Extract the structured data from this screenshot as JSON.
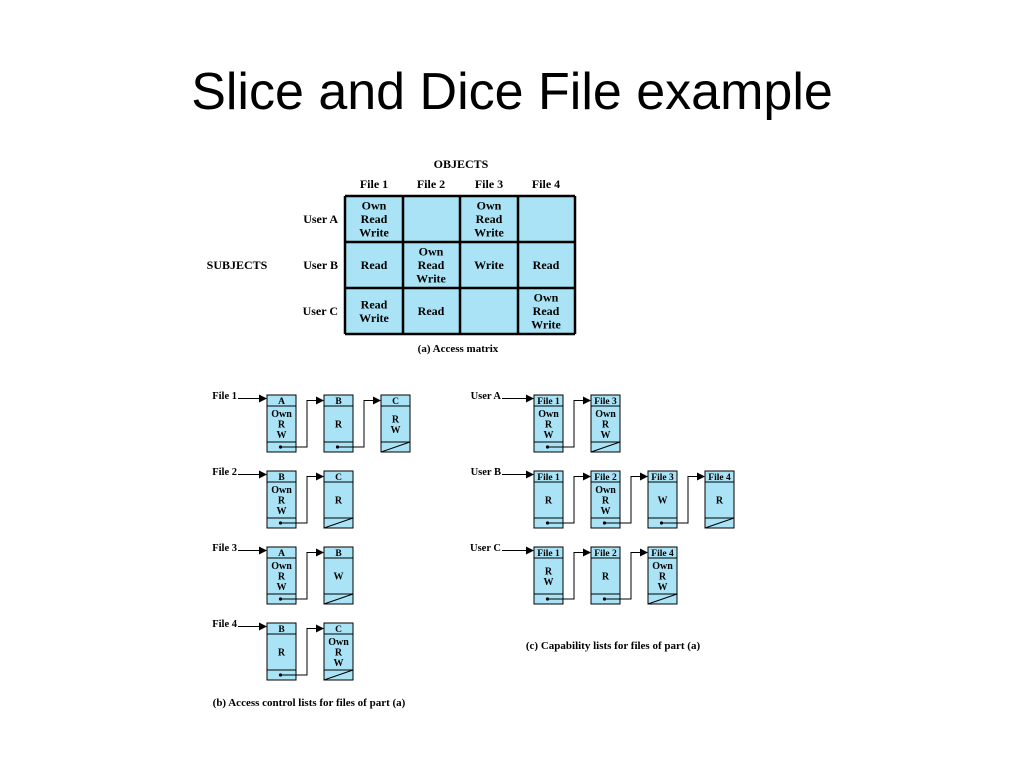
{
  "slide": {
    "title": "Slice and Dice File example"
  },
  "colors": {
    "cell_fill": "#a9e3f5",
    "border": "#000000"
  },
  "matrix": {
    "objects_label": "OBJECTS",
    "subjects_label": "SUBJECTS",
    "columns": [
      "File 1",
      "File 2",
      "File 3",
      "File 4"
    ],
    "rows": [
      "User A",
      "User B",
      "User C"
    ],
    "cells": [
      [
        [
          "Own",
          "Read",
          "Write"
        ],
        [],
        [
          "Own",
          "Read",
          "Write"
        ],
        []
      ],
      [
        [
          "Read"
        ],
        [
          "Own",
          "Read",
          "Write"
        ],
        [
          "Write"
        ],
        [
          "Read"
        ]
      ],
      [
        [
          "Read",
          "Write"
        ],
        [
          "Read"
        ],
        [],
        [
          "Own",
          "Read",
          "Write"
        ]
      ]
    ],
    "caption": "(a) Access matrix"
  },
  "acl": {
    "caption": "(b) Access control lists for files of part (a)",
    "lists": [
      {
        "label": "File 1",
        "nodes": [
          {
            "head": "A",
            "rights": [
              "Own",
              "R",
              "W"
            ]
          },
          {
            "head": "B",
            "rights": [
              "R"
            ]
          },
          {
            "head": "C",
            "rights": [
              "R",
              "W"
            ]
          }
        ]
      },
      {
        "label": "File 2",
        "nodes": [
          {
            "head": "B",
            "rights": [
              "Own",
              "R",
              "W"
            ]
          },
          {
            "head": "C",
            "rights": [
              "R"
            ]
          }
        ]
      },
      {
        "label": "File 3",
        "nodes": [
          {
            "head": "A",
            "rights": [
              "Own",
              "R",
              "W"
            ]
          },
          {
            "head": "B",
            "rights": [
              "W"
            ]
          }
        ]
      },
      {
        "label": "File 4",
        "nodes": [
          {
            "head": "B",
            "rights": [
              "R"
            ]
          },
          {
            "head": "C",
            "rights": [
              "Own",
              "R",
              "W"
            ]
          }
        ]
      }
    ]
  },
  "caps": {
    "caption": "(c) Capability lists for files of part (a)",
    "lists": [
      {
        "label": "User A",
        "nodes": [
          {
            "head": "File 1",
            "rights": [
              "Own",
              "R",
              "W"
            ]
          },
          {
            "head": "File 3",
            "rights": [
              "Own",
              "R",
              "W"
            ]
          }
        ]
      },
      {
        "label": "User B",
        "nodes": [
          {
            "head": "File 1",
            "rights": [
              "R"
            ]
          },
          {
            "head": "File 2",
            "rights": [
              "Own",
              "R",
              "W"
            ]
          },
          {
            "head": "File 3",
            "rights": [
              "W"
            ]
          },
          {
            "head": "File 4",
            "rights": [
              "R"
            ]
          }
        ]
      },
      {
        "label": "User C",
        "nodes": [
          {
            "head": "File 1",
            "rights": [
              "R",
              "W"
            ]
          },
          {
            "head": "File 2",
            "rights": [
              "R"
            ]
          },
          {
            "head": "File 4",
            "rights": [
              "Own",
              "R",
              "W"
            ]
          }
        ]
      }
    ]
  }
}
